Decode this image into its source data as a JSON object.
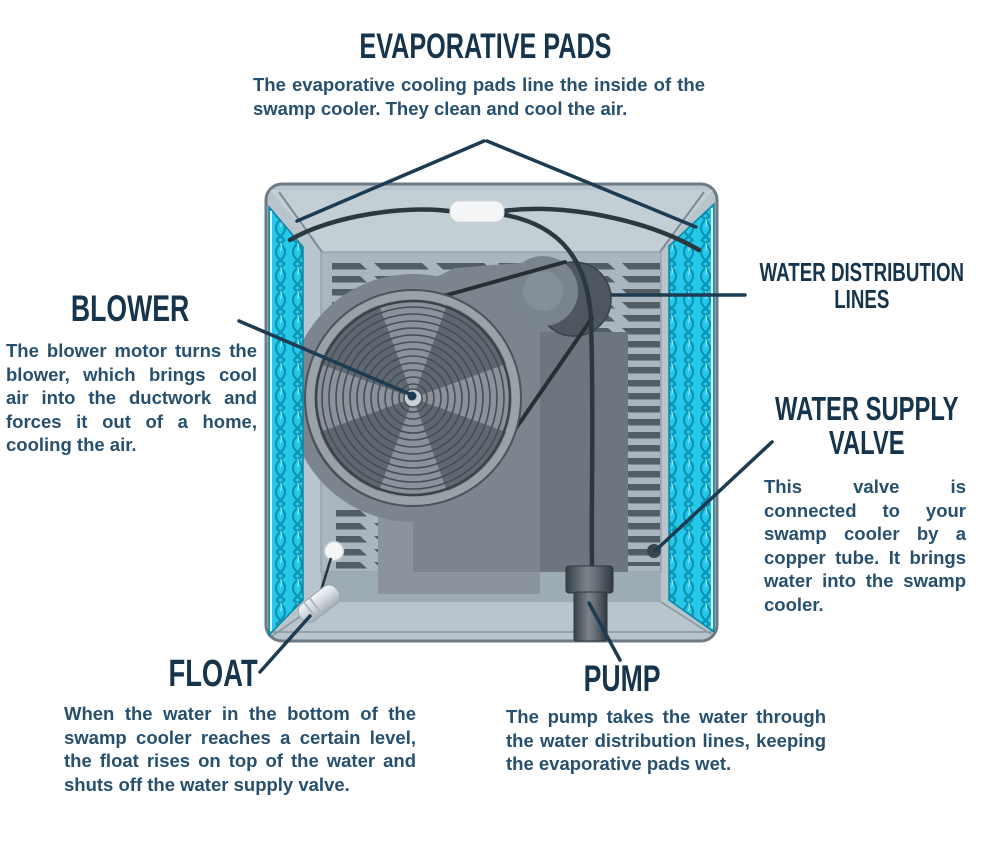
{
  "diagram": {
    "subject": "Swamp cooler (evaporative cooler) parts diagram",
    "labels": {
      "evaporative_pads": {
        "title": "EVAPORATIVE PADS",
        "description": "The evaporative cooling pads line the inside of the swamp cooler. They clean and cool the air."
      },
      "blower": {
        "title": "BLOWER",
        "description": "The blower motor turns the blower, which brings cool air into the ductwork and forces it out of a home, cooling the air."
      },
      "water_distribution_lines": {
        "title": "WATER DISTRIBUTION LINES"
      },
      "water_supply_valve": {
        "title": "WATER SUPPLY VALVE",
        "description": "This valve is connected to your swamp cooler by a copper tube. It brings water into the swamp cooler."
      },
      "float": {
        "title": "FLOAT",
        "description": "When the water in the bottom of the swamp cooler reaches a certain level, the float rises on top of the water and shuts off the water supply valve."
      },
      "pump": {
        "title": "PUMP",
        "description": "The pump takes the water through the water distribution lines, keeping the evaporative pads wet."
      }
    },
    "colors": {
      "heading_text": "#16344b",
      "body_text": "#27506e",
      "leader_line": "#1d3b51",
      "pad_cyan": "#25c8e8",
      "pad_mesh": "#0c92b2",
      "cabinet_gray": "#b9c5cd",
      "panel_gray": "#a9b6bf",
      "housing_gray": "#7c858d",
      "louver_gray": "#525d66",
      "tube_dark": "#2c383f",
      "background": "#ffffff"
    }
  }
}
